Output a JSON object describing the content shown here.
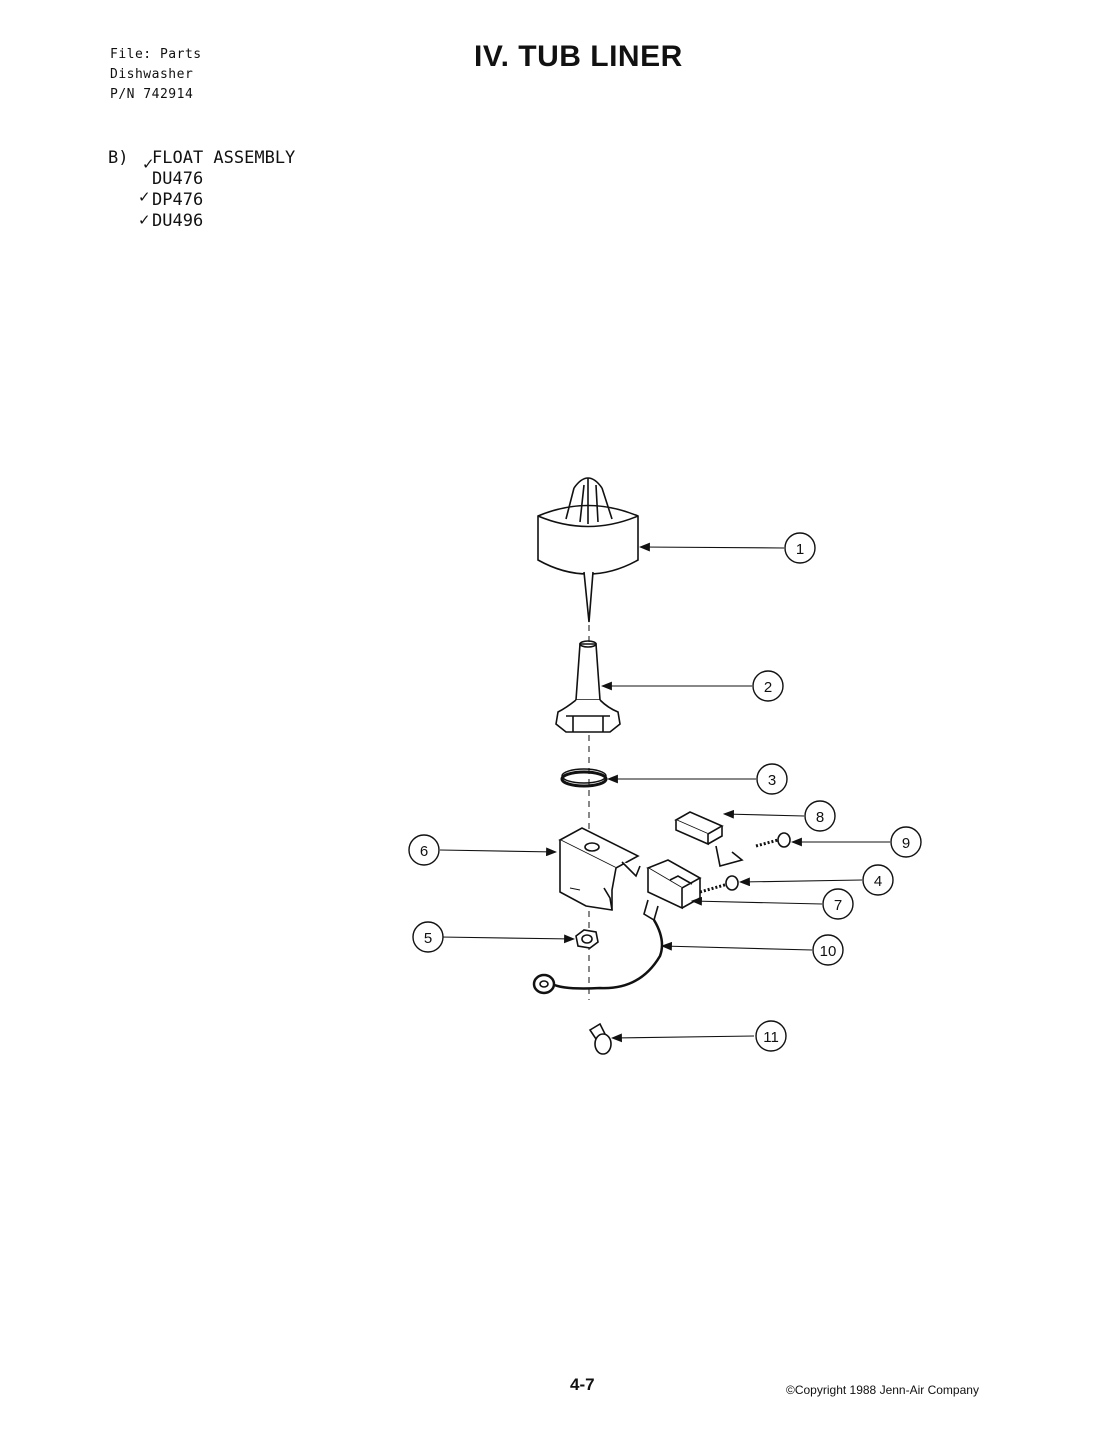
{
  "file_info": {
    "line1": "File: Parts",
    "line2": "Dishwasher",
    "line3": "P/N 742914"
  },
  "title": "IV.  TUB LINER",
  "section": {
    "label": "B)",
    "heading": "FLOAT ASSEMBLY",
    "models": [
      "DU476",
      "DP476",
      "DU496"
    ]
  },
  "callouts": [
    "1",
    "2",
    "3",
    "4",
    "5",
    "6",
    "7",
    "8",
    "9",
    "10",
    "11"
  ],
  "footer": {
    "page": "4-7",
    "copyright": "©Copyright 1988 Jenn-Air Company"
  }
}
